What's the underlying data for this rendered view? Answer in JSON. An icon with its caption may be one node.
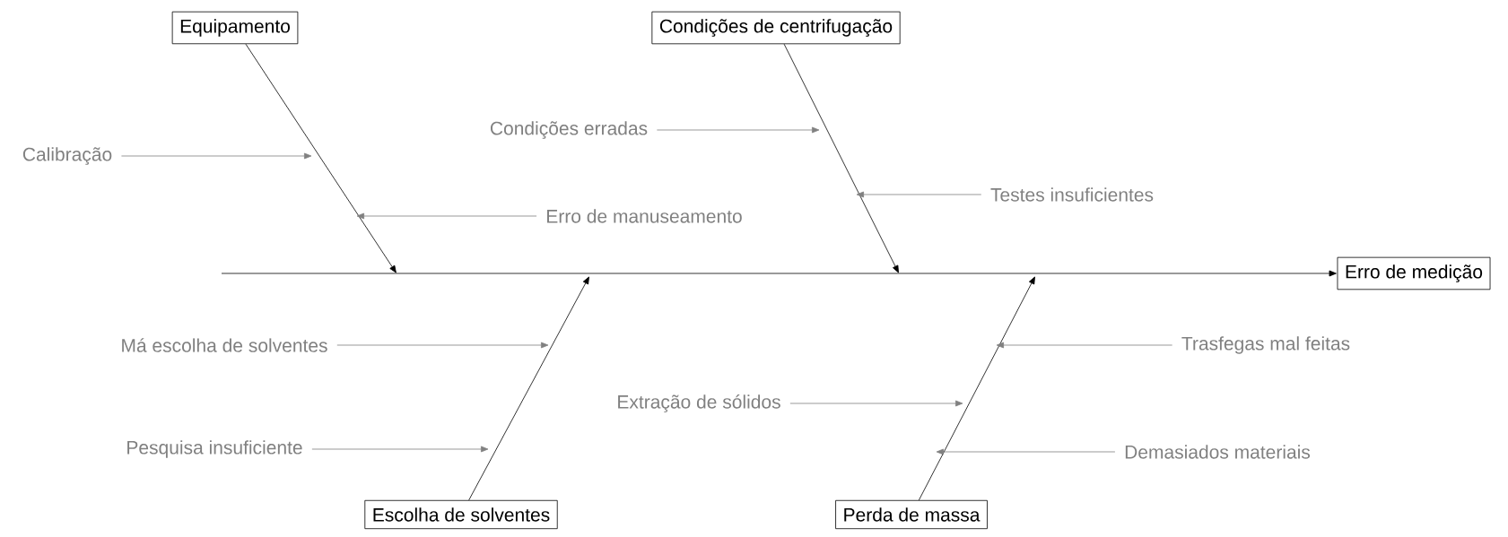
{
  "diagram": {
    "nodes": [
      {
        "text": [
          "Equipamento"
        ]
      },
      {
        "text": [
          "Condições de centrifugação"
        ]
      },
      {
        "text": [
          "Erro de medição"
        ]
      },
      {
        "text": [
          "Escolha de solventes"
        ]
      },
      {
        "text": [
          "Perda de massa"
        ]
      },
      {
        "text": [
          "Calibração"
        ]
      },
      {
        "text": [
          "Erro de manuseamento"
        ]
      },
      {
        "text": [
          "Condições erradas"
        ]
      },
      {
        "text": [
          "Testes insuficientes"
        ]
      },
      {
        "text": [
          "Má escolha de solventes"
        ]
      },
      {
        "text": [
          "Pesquisa insuficiente"
        ]
      },
      {
        "text": [
          "Extração de sólidos"
        ]
      },
      {
        "text": [
          "Trasfegas mal feitas"
        ]
      },
      {
        "text": [
          "Demasiados materiais"
        ]
      }
    ],
    "edges": [
      {
        "from": null,
        "to": 2,
        "arrow": "to",
        "color": "#000000"
      },
      {
        "from": 0,
        "to": null,
        "arrow": "to",
        "color": "#000000"
      },
      {
        "from": 1,
        "to": null,
        "arrow": "to",
        "color": "#000000"
      },
      {
        "from": 3,
        "to": null,
        "arrow": "to",
        "color": "#000000"
      },
      {
        "from": 4,
        "to": null,
        "arrow": "to",
        "color": "#000000"
      },
      {
        "from": 5,
        "to": null,
        "arrow": "to"
      },
      {
        "from": 6,
        "to": null,
        "arrow": "to"
      },
      {
        "from": 7,
        "to": null,
        "arrow": "to"
      },
      {
        "from": 8,
        "to": null,
        "arrow": "to"
      },
      {
        "from": 9,
        "to": null,
        "arrow": "to"
      },
      {
        "from": 10,
        "to": null,
        "arrow": "to"
      },
      {
        "from": 11,
        "to": null,
        "arrow": "to"
      },
      {
        "from": 12,
        "to": null,
        "arrow": "to"
      },
      {
        "from": 13,
        "to": null,
        "arrow": "to"
      }
    ]
  }
}
